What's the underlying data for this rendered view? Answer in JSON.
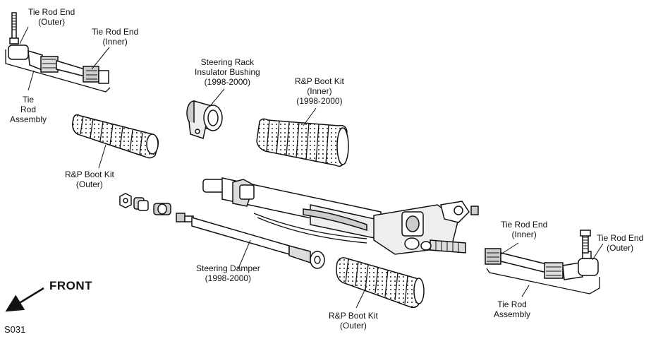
{
  "labels": {
    "tie_rod_end_outer_left": [
      "Tie Rod End",
      "(Outer)"
    ],
    "tie_rod_end_inner_left": [
      "Tie Rod End",
      "(Inner)"
    ],
    "tie_rod_assembly_left": [
      "Tie",
      "Rod",
      "Assembly"
    ],
    "steering_rack_insulator_bushing": [
      "Steering Rack",
      "Insulator Bushing",
      "(1998-2000)"
    ],
    "rp_boot_kit_inner": [
      "R&P Boot Kit",
      "(Inner)",
      "(1998-2000)"
    ],
    "rp_boot_kit_outer_left": [
      "R&P Boot Kit",
      "(Outer)"
    ],
    "steering_damper": [
      "Steering Damper",
      "(1998-2000)"
    ],
    "rp_boot_kit_outer_bottom": [
      "R&P Boot Kit",
      "(Outer)"
    ],
    "tie_rod_end_inner_right": [
      "Tie Rod End",
      "(Inner)"
    ],
    "tie_rod_end_outer_right": [
      "Tie Rod End",
      "(Outer)"
    ],
    "tie_rod_assembly_right": [
      "Tie Rod",
      "Assembly"
    ]
  },
  "front_label": "FRONT",
  "figure_code": "S031"
}
